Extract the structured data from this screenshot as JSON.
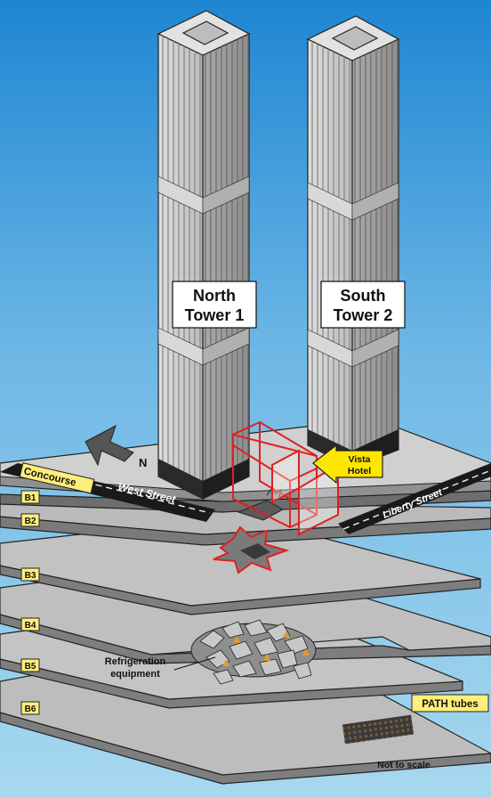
{
  "colors": {
    "sky_top": "#1e86d2",
    "sky_bottom": "#a7d8ef",
    "tower_face": "#c9c9c9",
    "tower_shadow": "#9a9a9a",
    "floor_plate": "#bdbdbd",
    "damage_red": "#e02020",
    "label_yellow": "#ffef7a",
    "arrow_yellow": "#ffe600"
  },
  "towers": {
    "north": {
      "line1": "North",
      "line2": "Tower 1"
    },
    "south": {
      "line1": "South",
      "line2": "Tower 2"
    }
  },
  "callouts": {
    "vista_line1": "Vista",
    "vista_line2": "Hotel",
    "north_arrow": "N",
    "refrigeration_line1": "Refrigeration",
    "refrigeration_line2": "equipment",
    "path_tubes": "PATH tubes",
    "scale_note": "Not to scale"
  },
  "streets": {
    "west": "West Street",
    "liberty": "Liberty Street"
  },
  "levels": [
    "Concourse",
    "B1",
    "B2",
    "B3",
    "B4",
    "B5",
    "B6"
  ]
}
